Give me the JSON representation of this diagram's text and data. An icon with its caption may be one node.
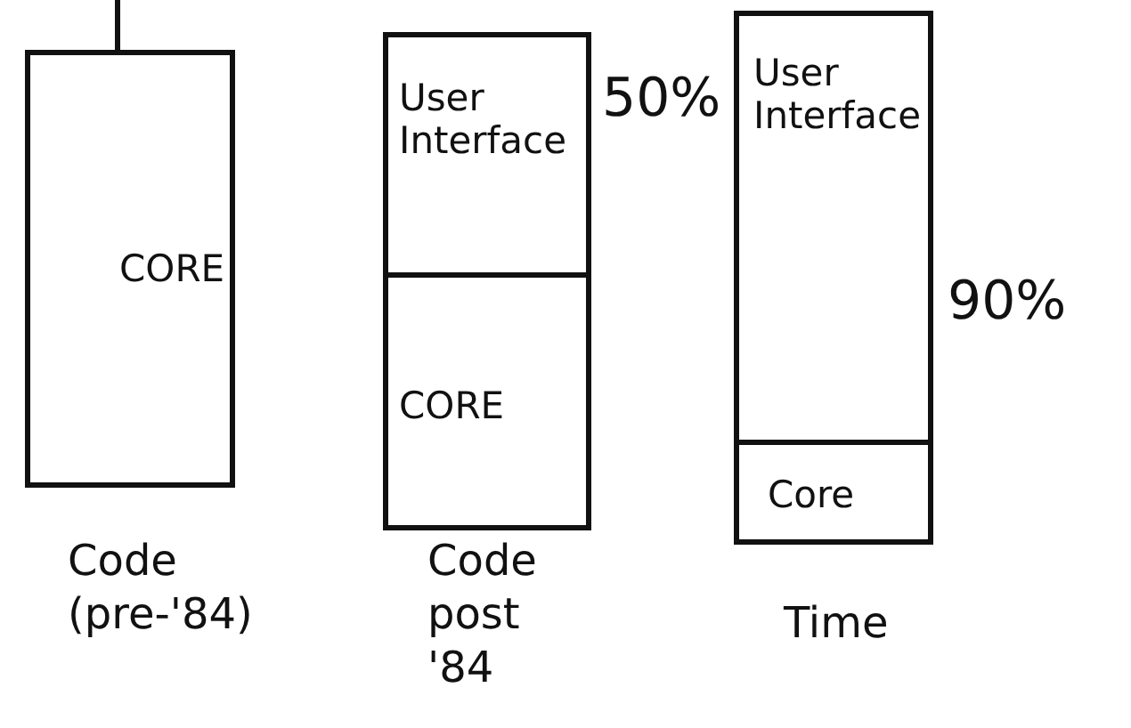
{
  "diagram": {
    "nodes": [
      {
        "text": [
          "CORE"
        ],
        "beside": [
          "Code (pre-'84)"
        ]
      },
      {
        "text": [],
        "shape": "box",
        "beside": [
          "Code post '84"
        ]
      },
      {
        "text": [
          "User Interface"
        ],
        "in": 1
      },
      {
        "text": [
          "CORE"
        ],
        "in": 1
      },
      {
        "text": [],
        "shape": "box",
        "beside": [
          "Time"
        ]
      },
      {
        "text": [
          "User Interface"
        ],
        "in": 4
      },
      {
        "text": [
          "Core"
        ],
        "in": 4
      }
    ],
    "labels": [
      "50%",
      "90%"
    ]
  }
}
